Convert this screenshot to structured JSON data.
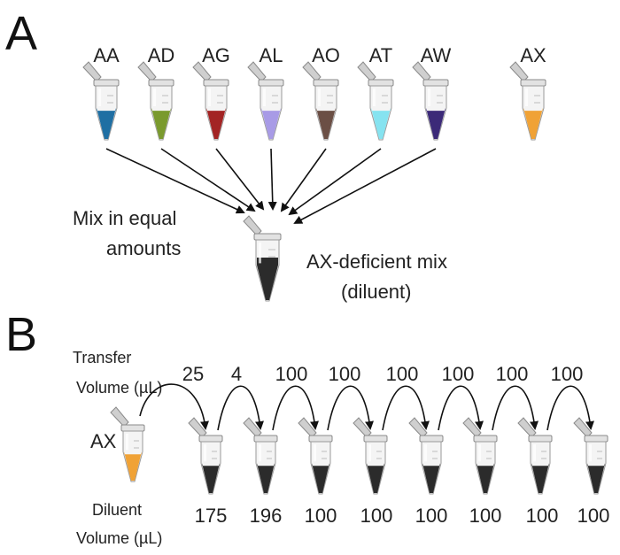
{
  "panel_a": {
    "letter": "A",
    "tubes": [
      {
        "label": "AA",
        "color": "#1f6fa3"
      },
      {
        "label": "AD",
        "color": "#7a9a2e"
      },
      {
        "label": "AG",
        "color": "#a32424"
      },
      {
        "label": "AL",
        "color": "#a89be6"
      },
      {
        "label": "AO",
        "color": "#6b4f45"
      },
      {
        "label": "AT",
        "color": "#86e3f0"
      },
      {
        "label": "AW",
        "color": "#3c2a78"
      }
    ],
    "extra_tube": {
      "label": "AX",
      "color": "#f0a236"
    },
    "mix_line1": "Mix in equal",
    "mix_line2": "amounts",
    "result_line1": "AX-deficient mix",
    "result_line2": "(diluent)",
    "result_color": "#2b2b2b"
  },
  "panel_b": {
    "letter": "B",
    "transfer_label_line1": "Transfer",
    "transfer_label_line2": "Volume (µL)",
    "source_label": "AX",
    "source_color": "#f0a236",
    "diluent_label_line1": "Diluent",
    "diluent_label_line2": "Volume (µL)",
    "diluent_color": "#2b2b2b",
    "transfers": [
      "25",
      "4",
      "100",
      "100",
      "100",
      "100",
      "100",
      "100"
    ],
    "diluents": [
      "175",
      "196",
      "100",
      "100",
      "100",
      "100",
      "100",
      "100"
    ]
  }
}
